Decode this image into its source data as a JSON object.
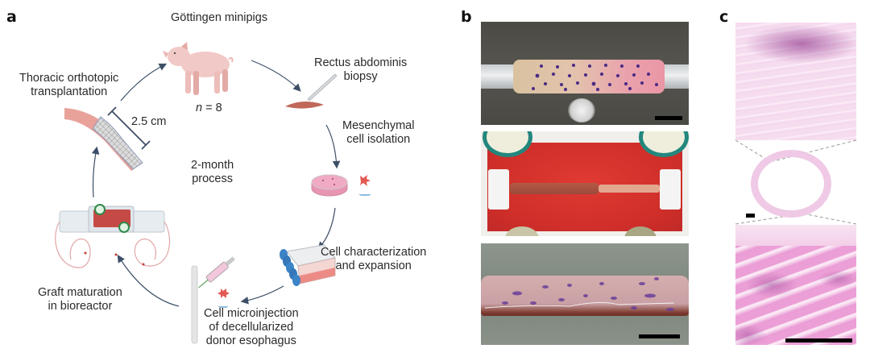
{
  "figure": {
    "panels": {
      "a": {
        "letter": "a",
        "steps": {
          "minipigs": "Göttingen minipigs",
          "n_label": "n",
          "n_value": "= 8",
          "biopsy_line1": "Rectus abdominis",
          "biopsy_line2": "biopsy",
          "isolation_line1": "Mesenchymal",
          "isolation_line2": "cell isolation",
          "expansion_line1": "Cell characterization",
          "expansion_line2": "and expansion",
          "microinjection_line1": "Cell microinjection",
          "microinjection_line2": "of decellularized",
          "microinjection_line3": "donor esophagus",
          "maturation_line1": "Graft maturation",
          "maturation_line2": "in bioreactor",
          "transplant_line1": "Thoracic orthotopic",
          "transplant_line2": "transplantation"
        },
        "graft_length": "2.5 cm",
        "duration_line1": "2-month",
        "duration_line2": "process"
      },
      "b": {
        "letter": "b",
        "photos": [
          "graft-on-mandrel-with-injection-dots",
          "graft-in-bioreactor-chamber",
          "matured-graft-close-up"
        ]
      },
      "c": {
        "letter": "c",
        "images": [
          "histology-upper-magnified",
          "histology-cross-section-ring",
          "histology-lower-magnified"
        ]
      }
    },
    "colors": {
      "arrow": "#3d4f66",
      "tissue": "#c0685a",
      "pig": "#f1c9c6",
      "dish": "#e8a3b8",
      "flask_cap": "#3c84c8",
      "photo_bg_top": "#4e4d48",
      "photo_medium_red": "#d8312b",
      "histo_pink": "#f0c4e2",
      "histo_purple": "#9d4a98"
    }
  }
}
